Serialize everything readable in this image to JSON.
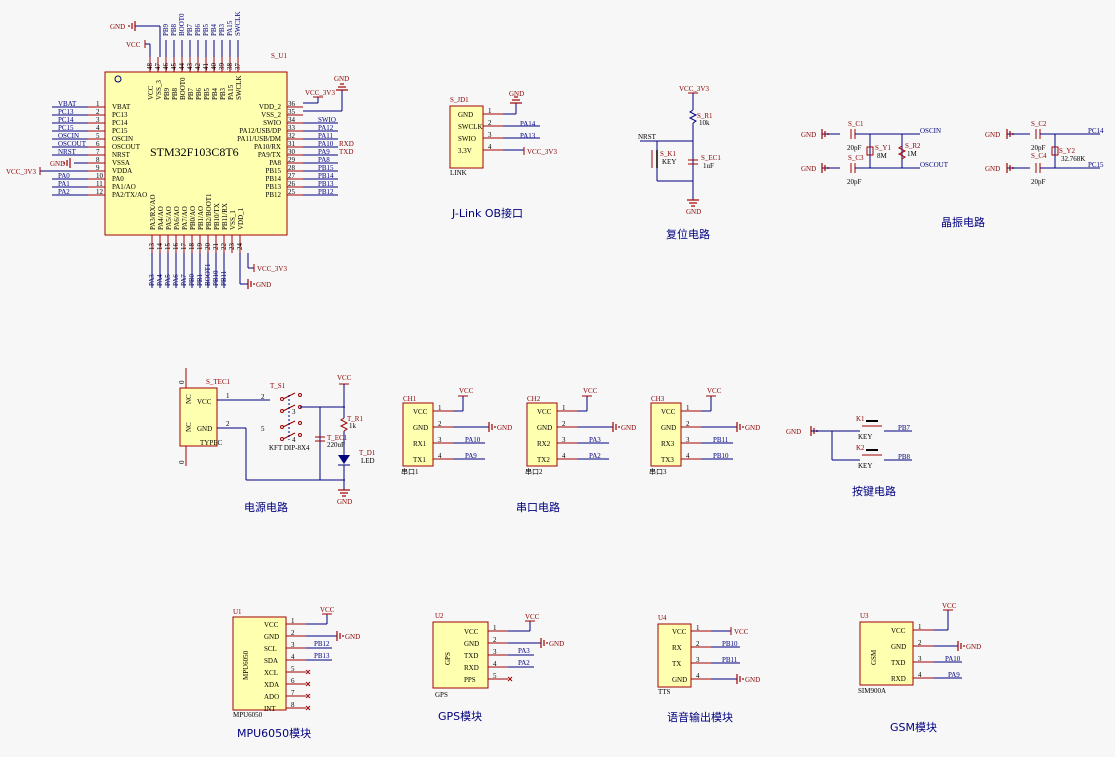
{
  "mcu": {
    "refdes": "S_U1",
    "name": "STM32F103C8T6",
    "top_pins": [
      "VCC",
      "VSS_3",
      "PB9",
      "PB8",
      "BOOT0",
      "PB7",
      "PB6",
      "PB5",
      "PB4",
      "PB3",
      "PA15",
      "SWCLK"
    ],
    "top_nums": [
      "48",
      "47",
      "46",
      "45",
      "44",
      "43",
      "42",
      "41",
      "40",
      "39",
      "38",
      "37"
    ],
    "top_nets": [
      "",
      "",
      "PB9",
      "PB8",
      "BOOT0",
      "PB7",
      "PB6",
      "PB5",
      "PB4",
      "PB3",
      "PA15",
      "SWCLK"
    ],
    "left_pins": [
      "VBAT",
      "PC13",
      "PC14",
      "PC15",
      "OSCIN",
      "OSCOUT",
      "NRST",
      "VSSA",
      "VDDA",
      "PA0",
      "PA1/AO",
      "PA2/TX/AO"
    ],
    "left_nets": [
      "VBAT",
      "PC13",
      "PC14",
      "PC15",
      "OSCIN",
      "OSCOUT",
      "NRST",
      "",
      "",
      "PA0",
      "PA1",
      "PA2"
    ],
    "right_pins": [
      "VDD_2",
      "VSS_2",
      "SWIO",
      "PA12/USB/DP",
      "PA11/USB/DM",
      "PA10/RX",
      "PA9/TX",
      "PA8",
      "PB15",
      "PB14",
      "PB13",
      "PB12"
    ],
    "right_nums": [
      "36",
      "35",
      "34",
      "33",
      "32",
      "31",
      "30",
      "29",
      "28",
      "27",
      "26",
      "25"
    ],
    "right_nets": [
      "",
      "",
      "SWIO",
      "PA12",
      "PA11",
      "PA10",
      "PA9",
      "PA8",
      "PB15",
      "PB14",
      "PB13",
      "PB12"
    ],
    "bottom_pins": [
      "PA3/RX/AO",
      "PA4/AO",
      "PA5/AO",
      "PA6/AO",
      "PA7/AO",
      "PB0/AO",
      "PB1/AO",
      "PB2/BOOT1",
      "PB10/TX",
      "PB11/RX",
      "VSS_1",
      "VDD_1"
    ],
    "bottom_nums": [
      "13",
      "14",
      "15",
      "16",
      "17",
      "18",
      "19",
      "20",
      "21",
      "22",
      "23",
      "24"
    ],
    "bottom_nets": [
      "PA3",
      "PA4",
      "PA5",
      "PA6",
      "PA7",
      "PB0",
      "PB1",
      "BOOT1",
      "PB10",
      "PB11",
      "",
      ""
    ],
    "gnd": "GND",
    "vcc": "VCC",
    "vcc3v3": "VCC_3V3",
    "rxd": "RXD",
    "txd": "TXD"
  },
  "jlink": {
    "refdes": "S_JD1",
    "pins": [
      "GND",
      "SWCLK",
      "SWIO",
      "3.3V"
    ],
    "nets": [
      "GND",
      "PA14",
      "PA13",
      "VCC_3V3"
    ],
    "footer": "LINK",
    "caption": "J-Link OB接口"
  },
  "reset": {
    "vcc": "VCC_3V3",
    "res": "S_R1",
    "res_val": "10k",
    "net": "NRST",
    "key": "S_K1",
    "key_val": "KEY",
    "cap": "S_EC1",
    "cap_val": "1uF",
    "gnd": "GND",
    "caption": "复位电路"
  },
  "crystal": {
    "c1": "S_C1",
    "c3": "S_C3",
    "c2": "S_C2",
    "c4": "S_C4",
    "cval": "20pF",
    "y1": "S_Y1",
    "y1_val": "8M",
    "r2": "S_R2",
    "r2_val": "1M",
    "y2": "S_Y2",
    "y2_val": "32.768K",
    "oscin": "OSCIN",
    "oscout": "OSCOUT",
    "pc14": "PC14",
    "pc15": "PC15",
    "gnd": "GND",
    "caption": "晶振电路"
  },
  "power": {
    "refdes": "S_TEC1",
    "pins": [
      "VCC",
      "GND"
    ],
    "nc": "NC",
    "footer": "TYPEC",
    "switch": "T_S1",
    "switch_val": "KFT DIP-8X4",
    "cap": "T_EC1",
    "cap_val": "220uF",
    "res": "T_R1",
    "res_val": "1k",
    "led": "T_D1",
    "led_val": "LED",
    "vcc": "VCC",
    "gnd": "GND",
    "caption": "电源电路"
  },
  "uarts": [
    {
      "ref": "CH1",
      "pins": [
        "VCC",
        "GND",
        "RX1",
        "TX1"
      ],
      "nets": [
        "GND",
        "PA10",
        "PA9"
      ],
      "footer": "串口1"
    },
    {
      "ref": "CH2",
      "pins": [
        "VCC",
        "GND",
        "RX2",
        "TX2"
      ],
      "nets": [
        "GND",
        "PA3",
        "PA2"
      ],
      "footer": "串口2"
    },
    {
      "ref": "CH3",
      "pins": [
        "VCC",
        "GND",
        "RX3",
        "TX3"
      ],
      "nets": [
        "GND",
        "PB11",
        "PB10"
      ],
      "footer": "串口3"
    }
  ],
  "uart_vcc": "VCC",
  "uart_caption": "串口电路",
  "keys": {
    "k1": "K1",
    "k2": "K2",
    "val": "KEY",
    "gnd": "GND",
    "n1": "PB7",
    "n2": "PB8",
    "caption": "按键电路"
  },
  "mpu": {
    "ref": "U1",
    "body": "MPU6050",
    "pins": [
      "VCC",
      "GND",
      "SCL",
      "SDA",
      "XCL",
      "XDA",
      "ADO",
      "INT"
    ],
    "nets": [
      "VCC",
      "GND",
      "PB12",
      "PB13"
    ],
    "footer": "MPU6050",
    "caption": "MPU6050模块"
  },
  "gps": {
    "ref": "U2",
    "body": "GPS",
    "pins": [
      "VCC",
      "GND",
      "TXD",
      "RXD",
      "PPS"
    ],
    "nets": [
      "VCC",
      "GND",
      "PA3",
      "PA2"
    ],
    "footer": "GPS",
    "caption": "GPS模块"
  },
  "tts": {
    "ref": "U4",
    "pins": [
      "VCC",
      "RX",
      "TX",
      "GND"
    ],
    "nets": [
      "VCC",
      "PB10",
      "PB11",
      "GND"
    ],
    "footer": "TTS",
    "caption": "语音输出模块"
  },
  "gsm": {
    "ref": "U3",
    "body": "GSM",
    "pins": [
      "VCC",
      "GND",
      "TXD",
      "RXD"
    ],
    "nets": [
      "VCC",
      "GND",
      "PA10",
      "PA9"
    ],
    "footer": "SIM900A",
    "caption": "GSM模块"
  }
}
